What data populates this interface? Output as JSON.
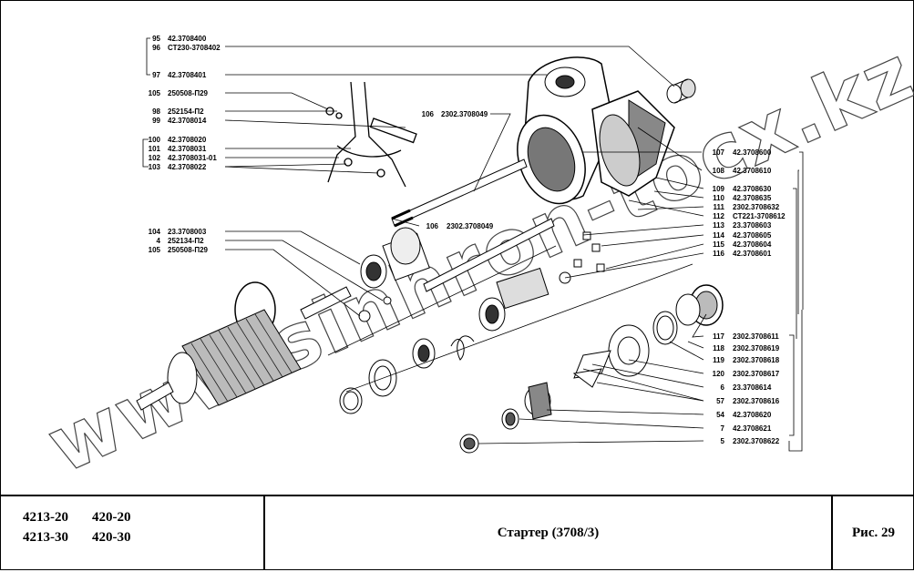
{
  "title_block": {
    "models": [
      [
        "4213-20",
        "420-20"
      ],
      [
        "4213-30",
        "420-30"
      ]
    ],
    "title": "Стартер (3708/3)",
    "figure": "Рис. 29"
  },
  "watermark": "www.sinhron-tocx.kz",
  "left_callouts": [
    {
      "num": "95",
      "code": "42.3708400"
    },
    {
      "num": "96",
      "code": "СТ230-3708402"
    },
    {
      "num": "97",
      "code": "42.3708401"
    },
    {
      "num": "105",
      "code": "250508-П29"
    },
    {
      "num": "98",
      "code": "252154-П2"
    },
    {
      "num": "99",
      "code": "42.3708014"
    },
    {
      "num": "100",
      "code": "42.3708020"
    },
    {
      "num": "101",
      "code": "42.3708031"
    },
    {
      "num": "102",
      "code": "42.3708031-01"
    },
    {
      "num": "103",
      "code": "42.3708022"
    },
    {
      "num": "104",
      "code": "23.3708003"
    },
    {
      "num": "4",
      "code": "252134-П2"
    },
    {
      "num": "105",
      "code": "250508-П29"
    }
  ],
  "center_callouts": [
    {
      "num": "106",
      "code": "2302.3708049"
    },
    {
      "num": "106",
      "code": "2302.3708049"
    }
  ],
  "right_callouts": [
    {
      "num": "107",
      "code": "42.3708600"
    },
    {
      "num": "108",
      "code": "42.3708610"
    },
    {
      "num": "109",
      "code": "42.3708630"
    },
    {
      "num": "110",
      "code": "42.3708635"
    },
    {
      "num": "111",
      "code": "2302.3708632"
    },
    {
      "num": "112",
      "code": "СТ221-3708612"
    },
    {
      "num": "113",
      "code": "23.3708603"
    },
    {
      "num": "114",
      "code": "42.3708605"
    },
    {
      "num": "115",
      "code": "42.3708604"
    },
    {
      "num": "116",
      "code": "42.3708601"
    },
    {
      "num": "117",
      "code": "2302.3708611"
    },
    {
      "num": "118",
      "code": "2302.3708619"
    },
    {
      "num": "119",
      "code": "2302.3708618"
    },
    {
      "num": "120",
      "code": "2302.3708617"
    },
    {
      "num": "6",
      "code": "23.3708614"
    },
    {
      "num": "57",
      "code": "2302.3708616"
    },
    {
      "num": "54",
      "code": "42.3708620"
    },
    {
      "num": "7",
      "code": "42.3708621"
    },
    {
      "num": "5",
      "code": "2302.3708622"
    }
  ]
}
